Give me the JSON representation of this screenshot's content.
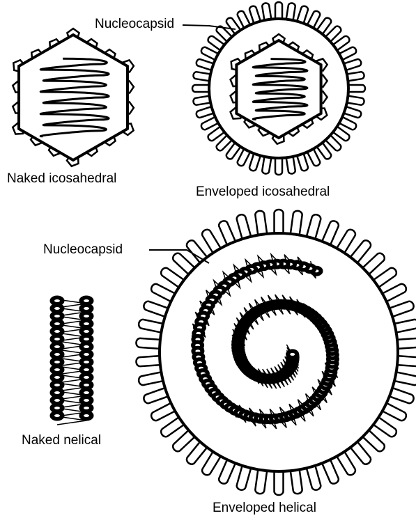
{
  "labels": {
    "naked_icosahedral": "Naked icosahedral",
    "enveloped_icosahedral": "Enveloped icosahedral",
    "naked_helical": "Naked nelical",
    "enveloped_helical": "Enveloped helical",
    "nucleocapsid_top": "Nucleocapsid",
    "nucleocapsid_bottom": "Nucleocapsid"
  },
  "colors": {
    "ink": "#000000",
    "background": "#ffffff"
  }
}
